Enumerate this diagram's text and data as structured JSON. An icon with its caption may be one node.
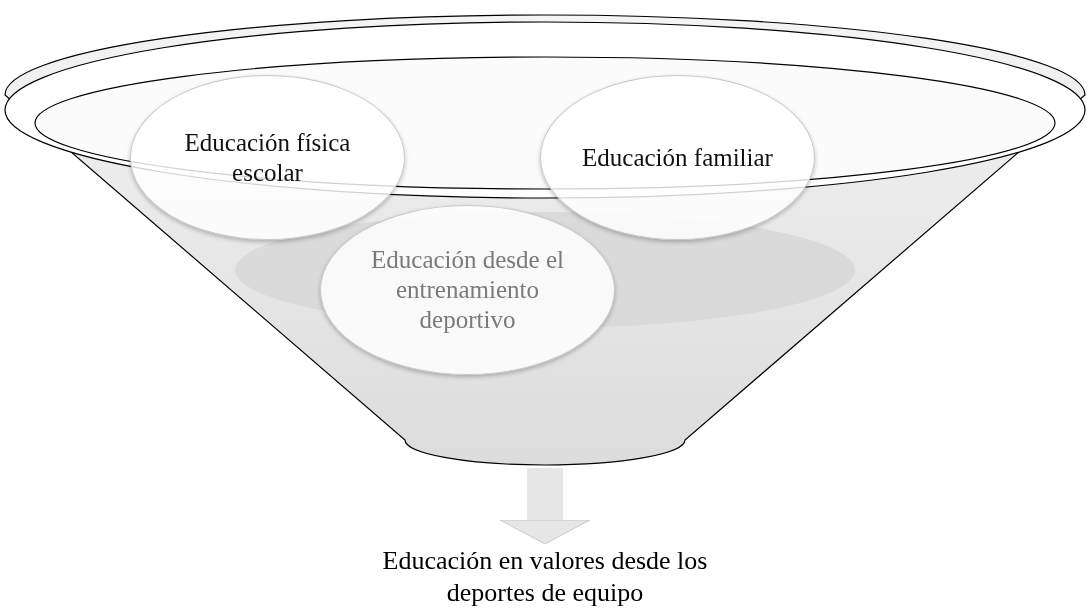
{
  "diagram": {
    "nodes": [
      {
        "text": [],
        "shape": "funnel"
      },
      {
        "text": [
          "Educación física escolar"
        ],
        "in": 0
      },
      {
        "text": [
          "Educación familiar"
        ],
        "in": 0
      },
      {
        "text": [
          "Educación desde el entrenamiento deportivo"
        ],
        "in": 0
      },
      {
        "text": [
          "Educación en valores desde los deportes de equipo"
        ]
      }
    ],
    "edges": [
      {
        "from": 0,
        "to": 4,
        "arrow": "to"
      }
    ]
  }
}
